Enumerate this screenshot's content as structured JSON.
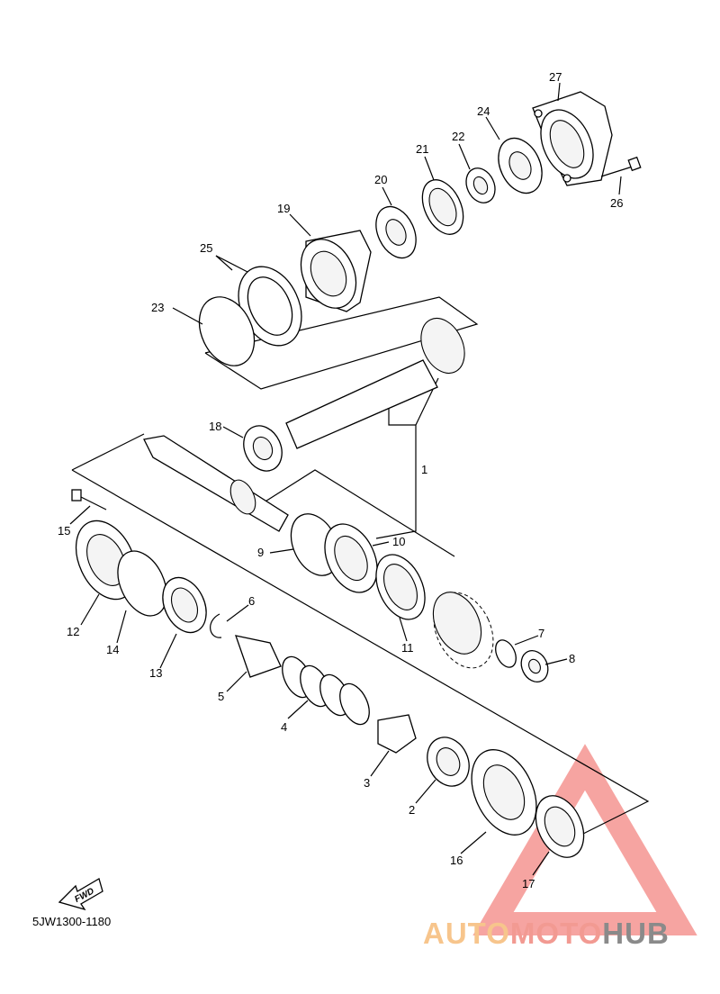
{
  "diagram_code": "5JW1300-1180",
  "fwd_label": "FWD",
  "watermark": {
    "part1": "AUTO",
    "part2": "MOTO",
    "part3": "HUB"
  },
  "parts": [
    {
      "id": "27",
      "label": "27"
    },
    {
      "id": "24",
      "label": "24"
    },
    {
      "id": "22",
      "label": "22"
    },
    {
      "id": "21",
      "label": "21"
    },
    {
      "id": "20",
      "label": "20"
    },
    {
      "id": "19",
      "label": "19"
    },
    {
      "id": "26",
      "label": "26"
    },
    {
      "id": "25",
      "label": "25"
    },
    {
      "id": "23",
      "label": "23"
    },
    {
      "id": "18",
      "label": "18"
    },
    {
      "id": "1",
      "label": "1"
    },
    {
      "id": "15",
      "label": "15"
    },
    {
      "id": "9",
      "label": "9"
    },
    {
      "id": "10",
      "label": "10"
    },
    {
      "id": "6",
      "label": "6"
    },
    {
      "id": "12",
      "label": "12"
    },
    {
      "id": "14",
      "label": "14"
    },
    {
      "id": "11",
      "label": "11"
    },
    {
      "id": "7",
      "label": "7"
    },
    {
      "id": "8",
      "label": "8"
    },
    {
      "id": "13",
      "label": "13"
    },
    {
      "id": "5",
      "label": "5"
    },
    {
      "id": "4",
      "label": "4"
    },
    {
      "id": "3",
      "label": "3"
    },
    {
      "id": "2",
      "label": "2"
    },
    {
      "id": "16",
      "label": "16"
    },
    {
      "id": "17",
      "label": "17"
    }
  ]
}
